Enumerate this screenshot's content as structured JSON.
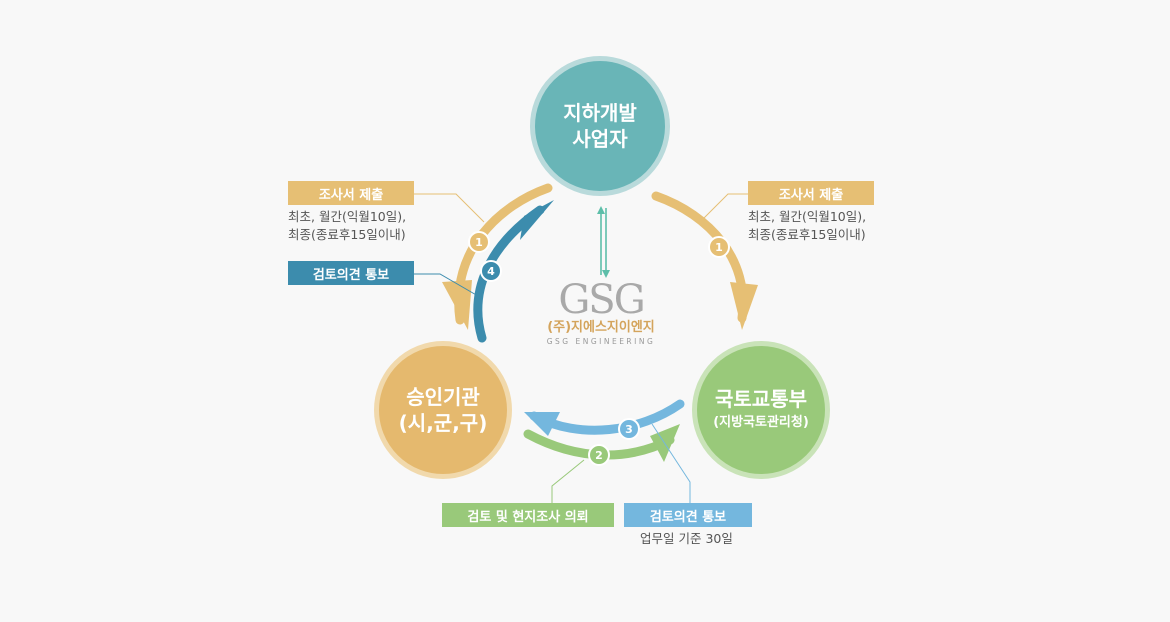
{
  "nodes": {
    "developer": {
      "line1": "지하개발",
      "line2": "사업자"
    },
    "ministry": {
      "line1": "국토교통부",
      "line2": "(지방국토관리청)"
    },
    "approval": {
      "line1": "승인기관",
      "line2": "(시,군,구)"
    }
  },
  "left_submission": {
    "label": "조사서 제출",
    "note_line1": "최초, 월간(익월10일),",
    "note_line2": "최종(종료후15일이내)",
    "step": "1"
  },
  "right_submission": {
    "label": "조사서 제출",
    "note_line1": "최초, 월간(익월10일),",
    "note_line2": "최종(종료후15일이내)",
    "step": "1"
  },
  "left_opinion": {
    "label": "검토의견 통보",
    "step": "4"
  },
  "review_request": {
    "label": "검토 및 현지조사 의뢰",
    "step": "2"
  },
  "bottom_opinion": {
    "label": "검토의견 통보",
    "note": "업무일 기준 30일",
    "step": "3"
  },
  "logo": {
    "mark": "GSG",
    "korean": "(주)지에스지이엔지",
    "english": "GSG ENGINEERING"
  },
  "colors": {
    "developer": "#69b5b7",
    "ministry": "#99c97a",
    "approval": "#e5b96e",
    "submission": "#e6bf74",
    "opinion_left": "#3c8cad",
    "opinion_bottom": "#74b7de",
    "review": "#99c97a"
  }
}
